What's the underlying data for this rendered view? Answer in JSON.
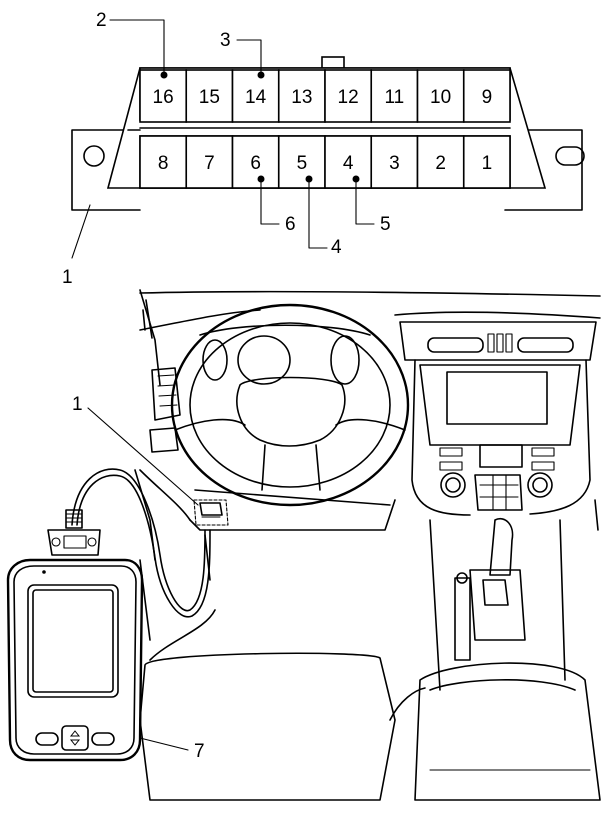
{
  "connector": {
    "top_row": [
      "16",
      "15",
      "14",
      "13",
      "12",
      "11",
      "10",
      "9"
    ],
    "bottom_row": [
      "8",
      "7",
      "6",
      "5",
      "4",
      "3",
      "2",
      "1"
    ]
  },
  "callouts": {
    "c1_top": "1",
    "c2": "2",
    "c3": "3",
    "c4": "4",
    "c5": "5",
    "c6": "6",
    "c1_lower": "1",
    "c7": "7"
  },
  "tool": {
    "up_icon": "up-arrow-icon",
    "down_icon": "down-arrow-icon"
  }
}
